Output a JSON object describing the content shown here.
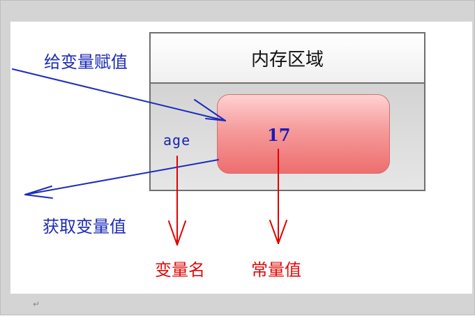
{
  "diagram": {
    "memory_title": "内存区域",
    "variable_name_text": "age",
    "constant_value_text": "17",
    "labels": {
      "assign": "给变量赋值",
      "get": "获取变量值",
      "variable_name": "变量名",
      "constant_value": "常量值"
    },
    "paragraph_mark": "↵"
  },
  "colors": {
    "blue_arrow": "#1b2bbb",
    "red_arrow": "#e10000",
    "value_box": "#f59b9b",
    "memory_border": "#6f6f6f"
  }
}
